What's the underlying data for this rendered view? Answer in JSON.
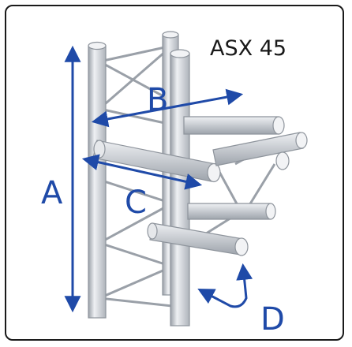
{
  "product": {
    "name": "ASX 45"
  },
  "dimensions": [
    {
      "key": "A",
      "label": "A"
    },
    {
      "key": "B",
      "label": "B"
    },
    {
      "key": "C",
      "label": "C"
    },
    {
      "key": "D",
      "label": "D"
    }
  ],
  "colors": {
    "arrow": "#1f4aa8",
    "tube": "#d4d8de",
    "tube_edge": "#8e949c",
    "text": "#1a1a1a"
  }
}
